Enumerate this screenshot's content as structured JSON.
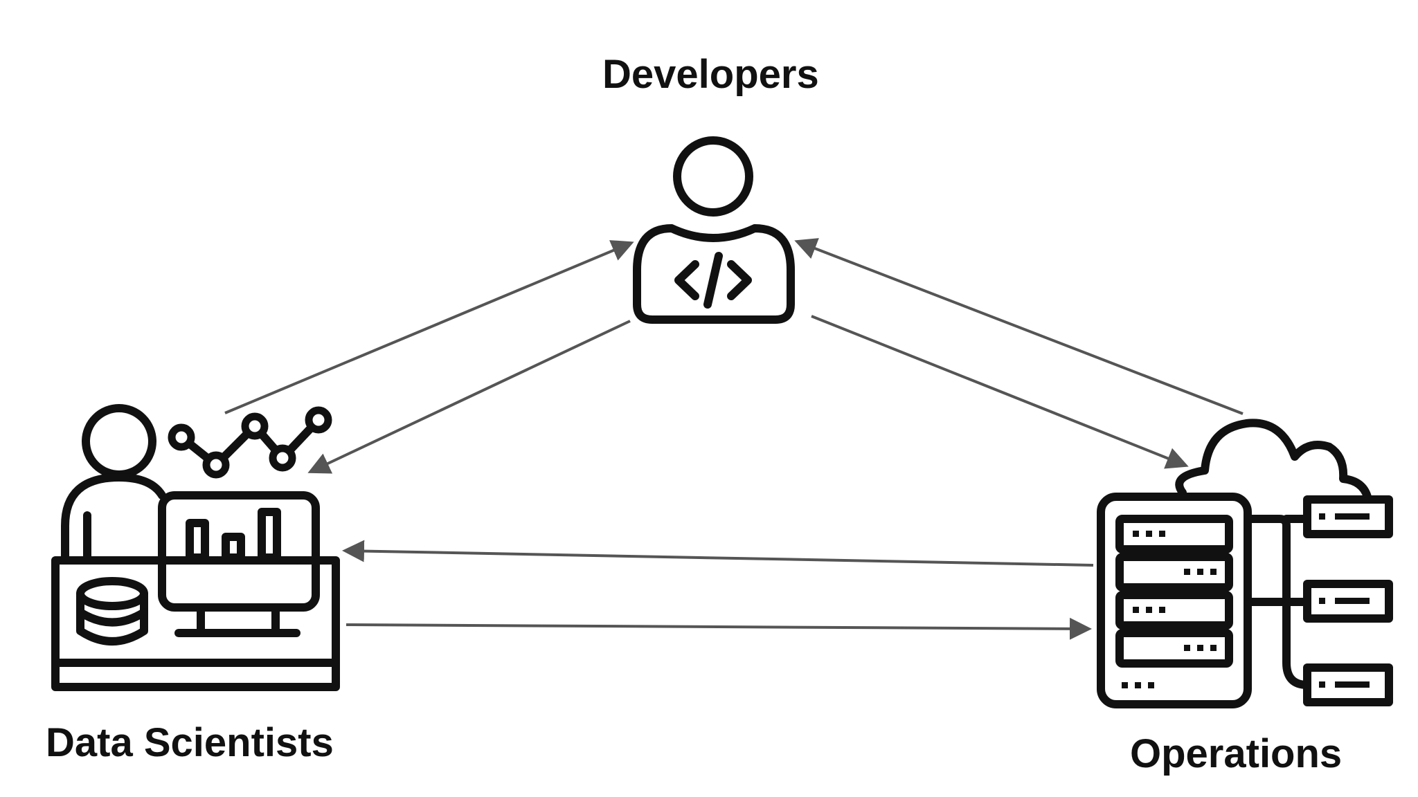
{
  "nodes": {
    "developers": {
      "label": "Developers",
      "icon": "developer-code-icon"
    },
    "data_scientists": {
      "label": "Data Scientists",
      "icon": "data-scientist-workstation-icon"
    },
    "operations": {
      "label": "Operations",
      "icon": "cloud-server-icon"
    }
  },
  "edges": [
    {
      "from": "data_scientists",
      "to": "developers"
    },
    {
      "from": "developers",
      "to": "data_scientists"
    },
    {
      "from": "operations",
      "to": "developers"
    },
    {
      "from": "developers",
      "to": "operations"
    },
    {
      "from": "operations",
      "to": "data_scientists"
    },
    {
      "from": "data_scientists",
      "to": "operations"
    }
  ],
  "colors": {
    "arrow": "#555555",
    "icon": "#111111",
    "text": "#111111"
  }
}
